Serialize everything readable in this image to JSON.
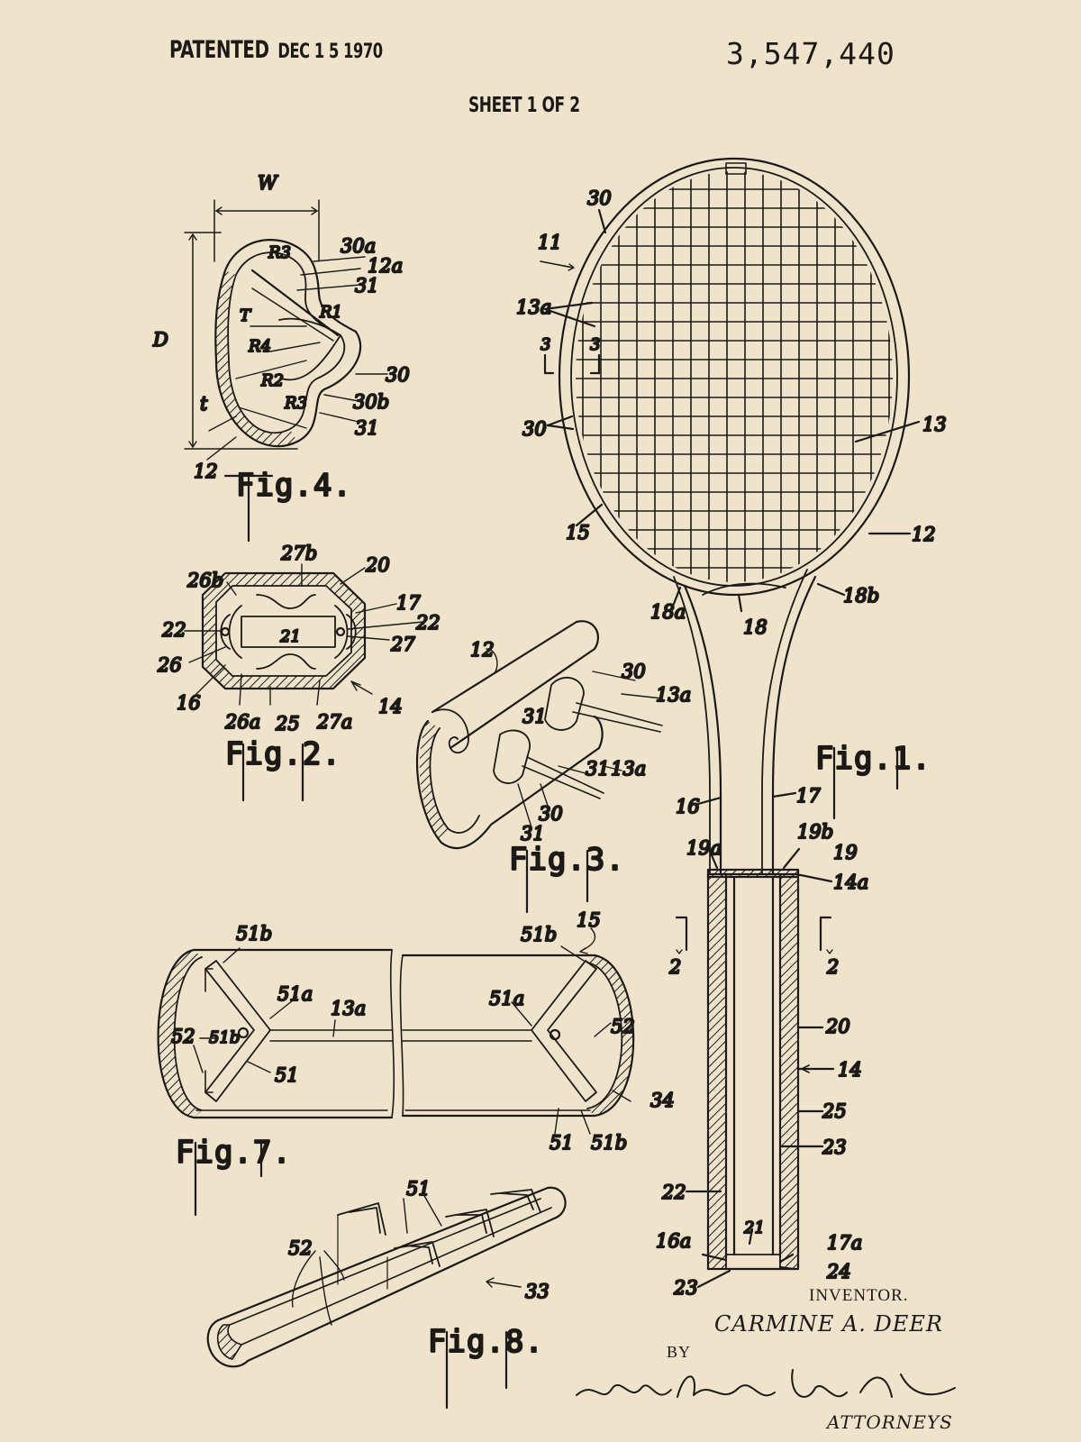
{
  "header": {
    "patented_label": "PATENTED",
    "patented_date": "DEC 1 5 1970",
    "patent_number": "3,547,440",
    "sheet": "SHEET 1 OF 2"
  },
  "figures": {
    "fig1": "Fig.1.",
    "fig2": "Fig.2.",
    "fig3": "Fig.3.",
    "fig4": "Fig.4.",
    "fig7": "Fig.7.",
    "fig8": "Fig.8."
  },
  "labels": {
    "l11": "11",
    "l12": "12",
    "l13": "13",
    "l13a": "13a",
    "l14": "14",
    "l14a": "14a",
    "l15": "15",
    "l16": "16",
    "l16a": "16a",
    "l17": "17",
    "l17a": "17a",
    "l18": "18",
    "l18a": "18a",
    "l18b": "18b",
    "l19": "19",
    "l19a": "19a",
    "l19b": "19b",
    "l20": "20",
    "l21": "21",
    "l22": "22",
    "l23": "23",
    "l24": "24",
    "l25": "25",
    "l26": "26",
    "l26a": "26a",
    "l26b": "26b",
    "l27": "27",
    "l27a": "27a",
    "l27b": "27b",
    "l30": "30",
    "l30a": "30a",
    "l30b": "30b",
    "l31": "31",
    "l33": "33",
    "l34": "34",
    "l51": "51",
    "l51a": "51a",
    "l51b": "51b",
    "l52": "52",
    "l2": "2",
    "l3": "3",
    "lW": "W",
    "lD": "D",
    "lT": "T",
    "lt": "t",
    "lR1": "R1",
    "lR2": "R2",
    "lR3": "R3",
    "lR4": "R4",
    "l12a": "12a"
  },
  "inventor": {
    "heading": "INVENTOR.",
    "name": "CARMINE A. DEER"
  },
  "attorney": {
    "by": "BY",
    "firm_signature": "Wied McElhinney Brooks & Fitzpatrick",
    "title": "ATTORNEYS"
  }
}
